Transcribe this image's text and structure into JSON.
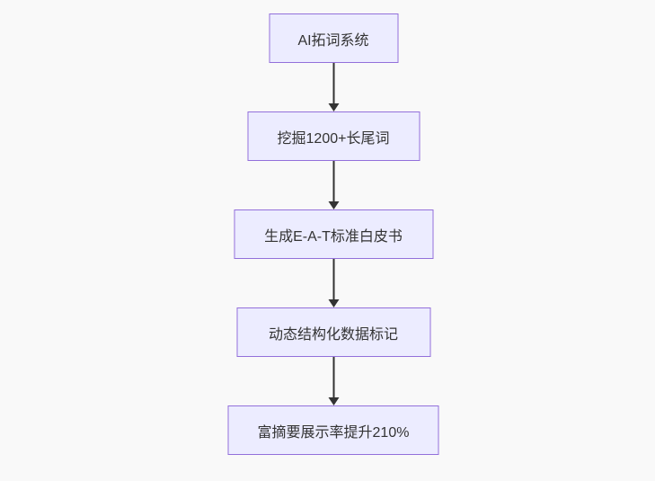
{
  "diagram": {
    "type": "flowchart-vertical",
    "direction": "top-down",
    "nodes": [
      {
        "id": "n1",
        "label": "AI拓词系统"
      },
      {
        "id": "n2",
        "label": "挖掘1200+长尾词"
      },
      {
        "id": "n3",
        "label": "生成E-A-T标准白皮书"
      },
      {
        "id": "n4",
        "label": "动态结构化数据标记"
      },
      {
        "id": "n5",
        "label": "富摘要展示率提升210%"
      }
    ],
    "edges": [
      {
        "from": "n1",
        "to": "n2",
        "style": "arrow-down"
      },
      {
        "from": "n2",
        "to": "n3",
        "style": "arrow-down"
      },
      {
        "from": "n3",
        "to": "n4",
        "style": "arrow-down"
      },
      {
        "from": "n4",
        "to": "n5",
        "style": "arrow-down"
      }
    ],
    "colors": {
      "background": "#f9f9f9",
      "node_fill": "#ECECFF",
      "node_border": "#9370DB",
      "node_text": "#333333",
      "arrow": "#333333"
    }
  }
}
